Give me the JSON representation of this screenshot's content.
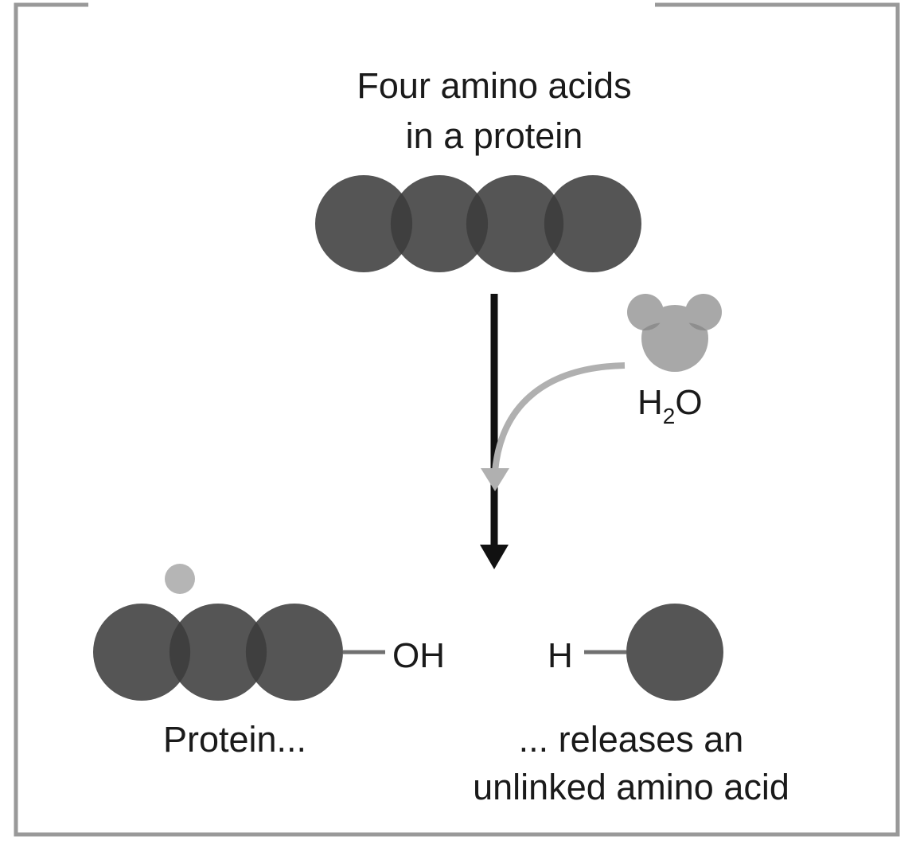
{
  "title": {
    "line1": "Four amino acids",
    "line2": "in a protein"
  },
  "water": {
    "h": "H",
    "sub": "2",
    "o": "O"
  },
  "product_left": {
    "group_label": "OH",
    "caption": "Protein..."
  },
  "product_right": {
    "group_label": "H",
    "caption_line1": "... releases an",
    "caption_line2": "unlinked amino acid"
  },
  "colors": {
    "frame": "#999999",
    "amino_acid": "#555555",
    "amino_overlap": "#3f3f3f",
    "water_atom": "#a8a8a8",
    "water_overlap": "#8e8e8e",
    "reaction_arrow": "#111111",
    "water_arrow": "#b0b0b0",
    "bond": "#707070",
    "released_h": "#b5b5b5"
  }
}
